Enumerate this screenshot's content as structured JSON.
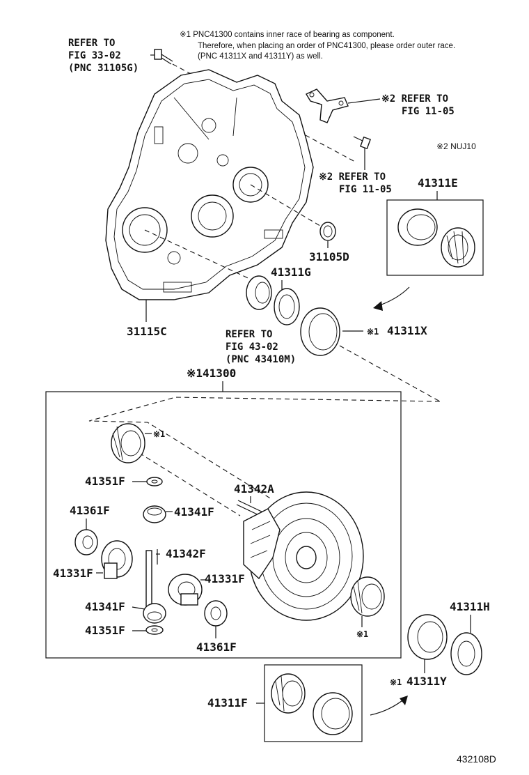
{
  "notes": {
    "n1_line1": "※1 PNC41300 contains inner race of bearing as component.",
    "n1_line2": "Therefore, when placing an order of PNC41300, please order outer race.",
    "n1_line3": "(PNC 41311X and 41311Y) as well.",
    "n2": "※2  NUJ10"
  },
  "refs": {
    "r1_l1": "REFER TO",
    "r1_l2": "FIG 33-02",
    "r1_l3": "(PNC 31105G)",
    "r2_l1": "※2 REFER TO",
    "r2_l2": "FIG 11-05",
    "r3_l1": "※2 REFER TO",
    "r3_l2": "FIG 11-05",
    "r4_l1": "REFER TO",
    "r4_l2": "FIG 43-02",
    "r4_l3": "(PNC 43410M)"
  },
  "parts": {
    "p31115C": "31115C",
    "p31105D": "31105D",
    "p41311G": "41311G",
    "p41311E": "41311E",
    "p41311X": "41311X",
    "p41311X_mark": "※1",
    "p41300": "※141300",
    "p41342A": "41342A",
    "p41351F_top": "41351F",
    "p41361F_left": "41361F",
    "p41341F_top": "41341F",
    "p41342F": "41342F",
    "p41331F_left": "41331F",
    "p41331F_right": "41331F",
    "p41341F_bottom": "41341F",
    "p41351F_bottom": "41351F",
    "p41361F_bottom": "41361F",
    "p41311H": "41311H",
    "p41311Y": "41311Y",
    "p41311Y_mark": "※1",
    "p41311F": "41311F",
    "mark_inner_top": "※1",
    "mark_inner_bottom": "※1"
  },
  "footer": {
    "code": "432108D"
  }
}
